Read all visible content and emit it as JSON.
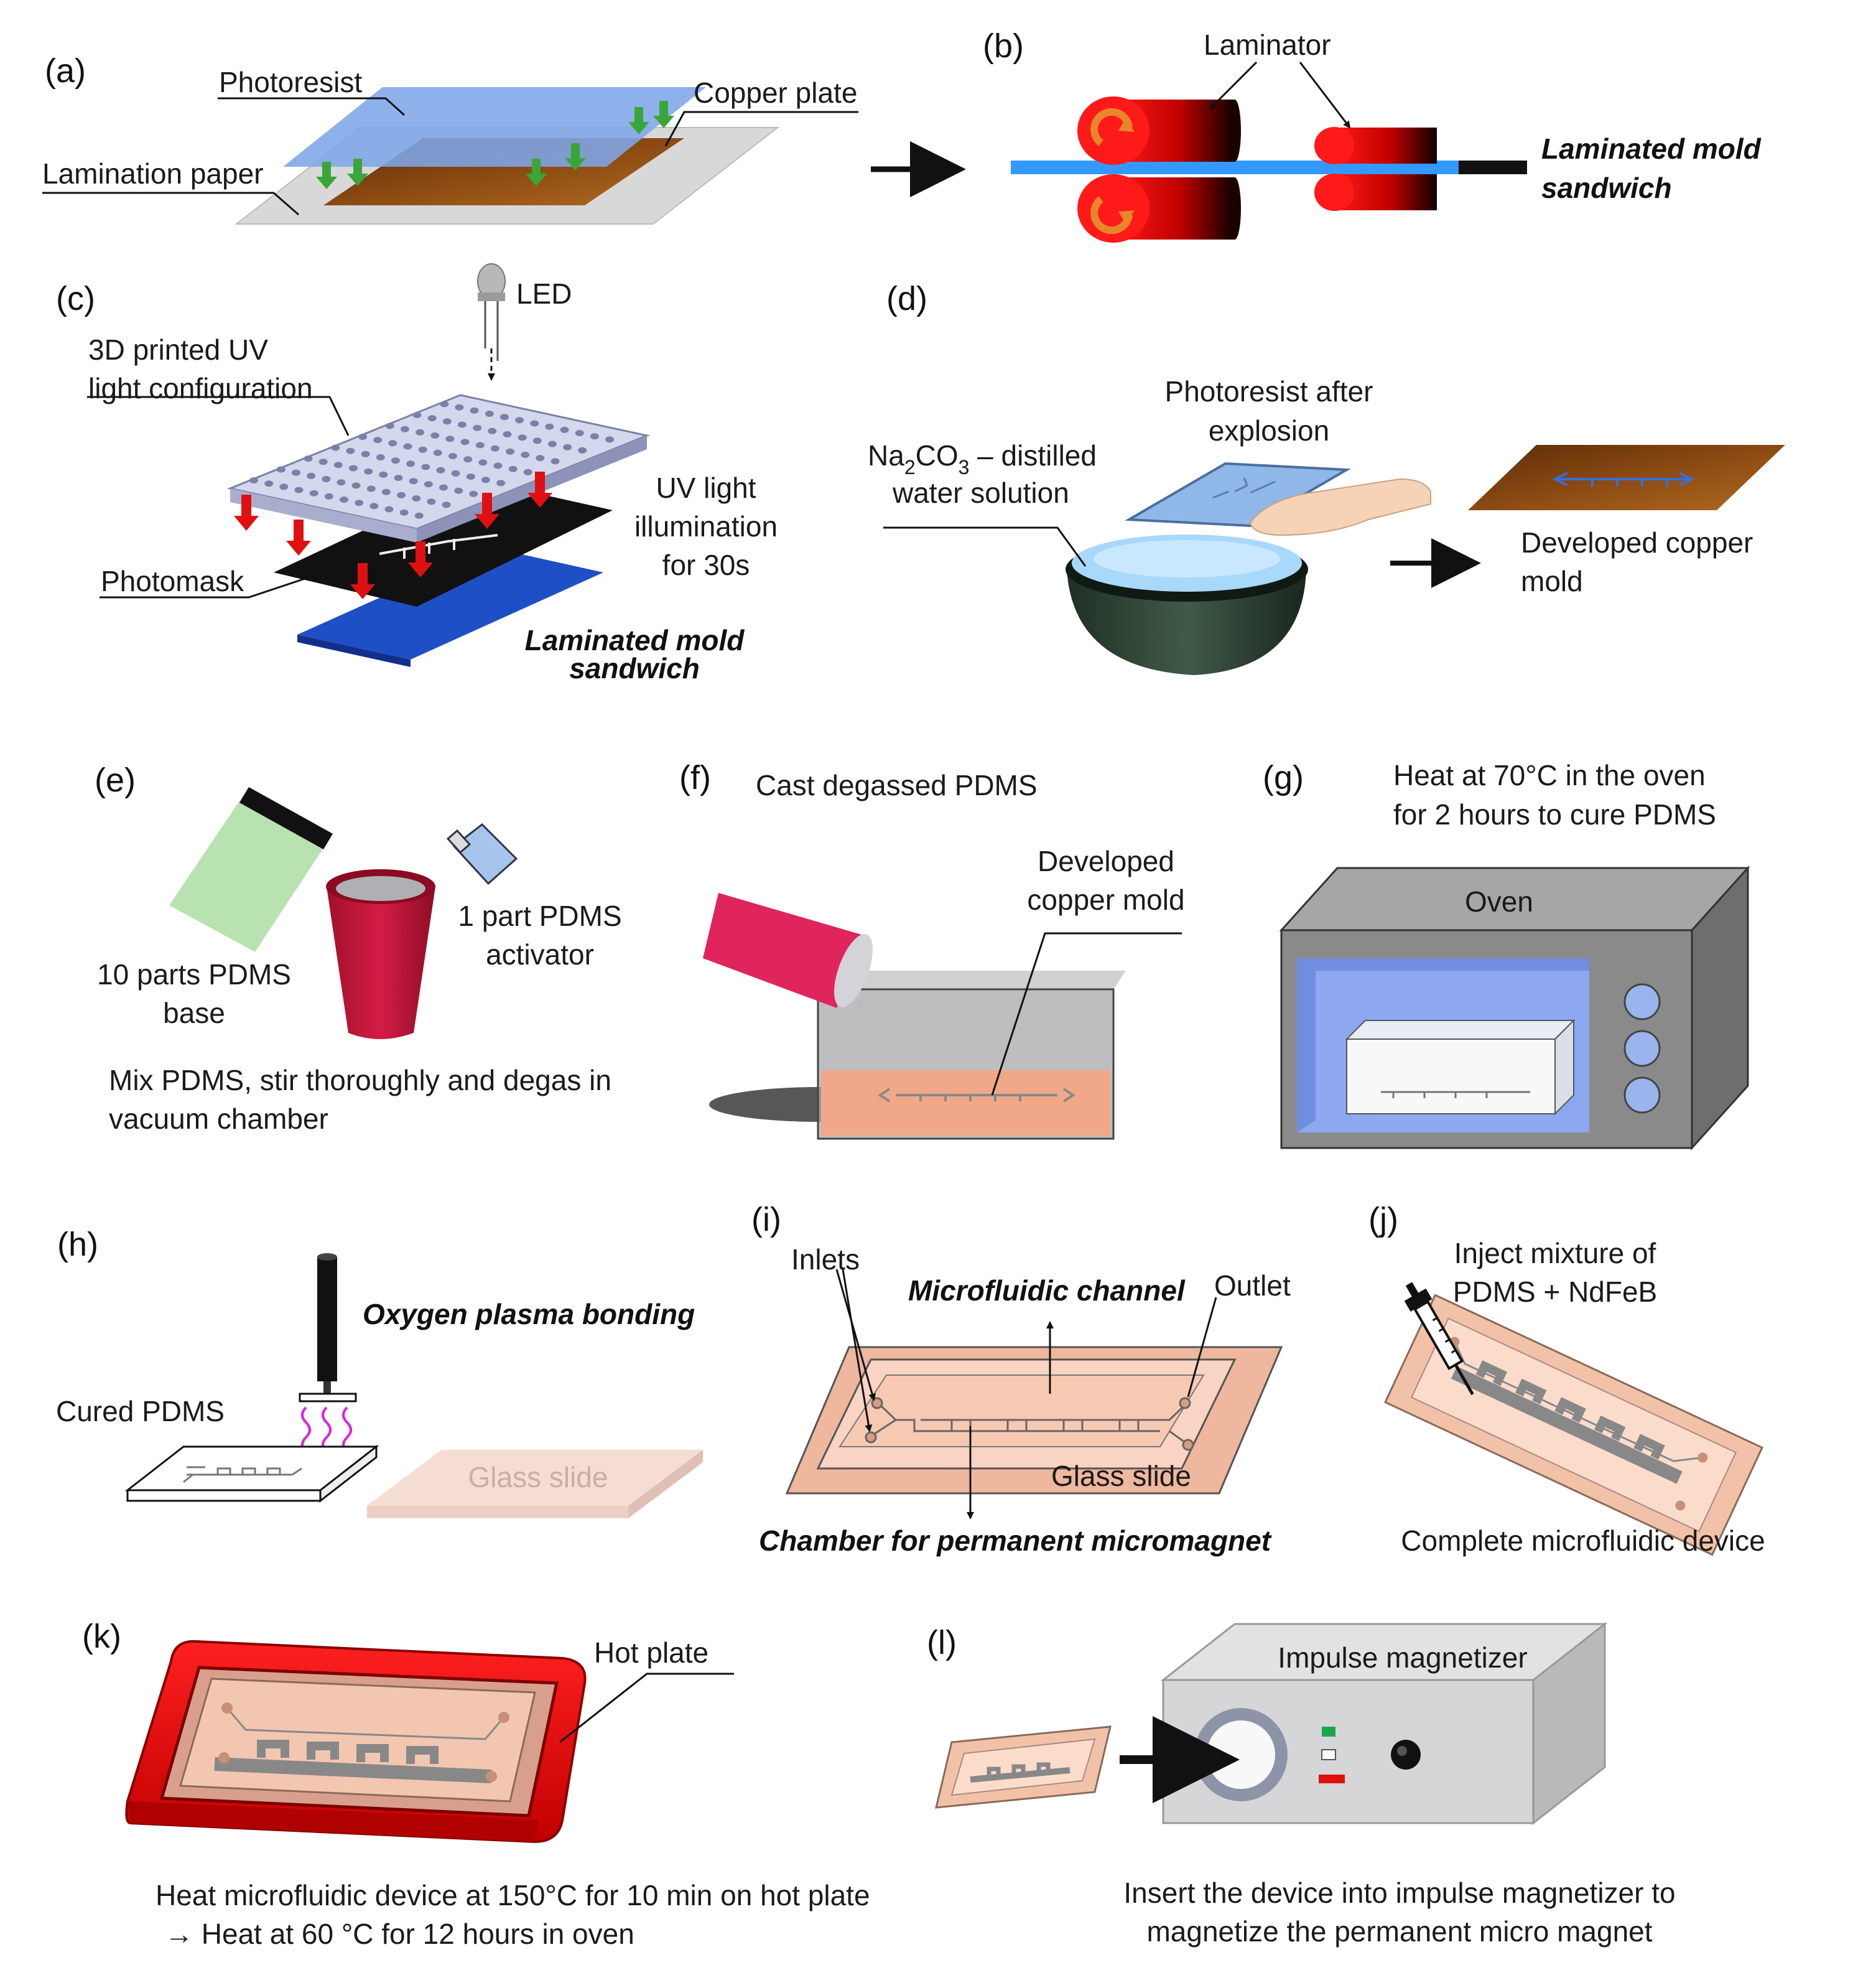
{
  "colors": {
    "copper": "#8b4a12",
    "photoresist": "#7ea6e8",
    "roller_red": "#e60000",
    "pdms_pink": "#f3c9b4",
    "green_arrow": "#3aa63a",
    "red_arrow": "#e01010",
    "oven_gray": "#8a8a8a"
  },
  "panels": {
    "a": {
      "label": "(a)",
      "photoresist": "Photoresist",
      "copper_plate": "Copper plate",
      "lamination_paper": "Lamination paper"
    },
    "b": {
      "label": "(b)",
      "laminator": "Laminator",
      "result_line1": "Laminated mold",
      "result_line2": "sandwich"
    },
    "c": {
      "label": "(c)",
      "led": "LED",
      "uv_config_line1": "3D printed UV",
      "uv_config_line2": "light configuration",
      "uv_line1": "UV light",
      "uv_line2": "illumination",
      "uv_line3": "for 30s",
      "photomask": "Photomask",
      "sandwich_line1": "Laminated mold",
      "sandwich_line2": "sandwich"
    },
    "d": {
      "label": "(d)",
      "resist_line1": "Photoresist after",
      "resist_line2": "explosion",
      "solution_na": "Na",
      "solution_sub2": "2",
      "solution_co": "CO",
      "solution_sub3": "3",
      "solution_rest": " – distilled",
      "solution_line2": "water solution",
      "developed_line1": "Developed copper",
      "developed_line2": "mold"
    },
    "e": {
      "label": "(e)",
      "base_line1": "10 parts PDMS",
      "base_line2": "base",
      "activator_line1": "1 part PDMS",
      "activator_line2": "activator",
      "mix_line1": "Mix PDMS, stir thoroughly and degas in",
      "mix_line2": "vacuum chamber"
    },
    "f": {
      "label": "(f)",
      "cast": "Cast degassed PDMS",
      "mold_line1": "Developed",
      "mold_line2": "copper mold"
    },
    "g": {
      "label": "(g)",
      "heat_line1": "Heat at 70°C in the oven",
      "heat_line2": "for 2 hours to cure PDMS",
      "oven": "Oven"
    },
    "h": {
      "label": "(h)",
      "plasma": "Oxygen plasma bonding",
      "cured": "Cured PDMS",
      "glass": "Glass slide"
    },
    "i": {
      "label": "(i)",
      "inlets": "Inlets",
      "channel": "Microfluidic channel",
      "outlet": "Outlet",
      "glass": "Glass slide",
      "chamber": "Chamber for permanent micromagnet"
    },
    "j": {
      "label": "(j)",
      "inject_line1": "Inject mixture of",
      "inject_line2": "PDMS + NdFeB",
      "complete": "Complete microfluidic device"
    },
    "k": {
      "label": "(k)",
      "hotplate": "Hot plate",
      "heat_line1": "Heat microfluidic device at 150°C for 10 min on hot plate",
      "heat_line2": "→ Heat at 60 °C for 12 hours in oven"
    },
    "l": {
      "label": "(l)",
      "magnetizer": "Impulse magnetizer",
      "insert_line1": "Insert the device into impulse magnetizer to",
      "insert_line2": "magnetize the permanent micro magnet"
    }
  }
}
